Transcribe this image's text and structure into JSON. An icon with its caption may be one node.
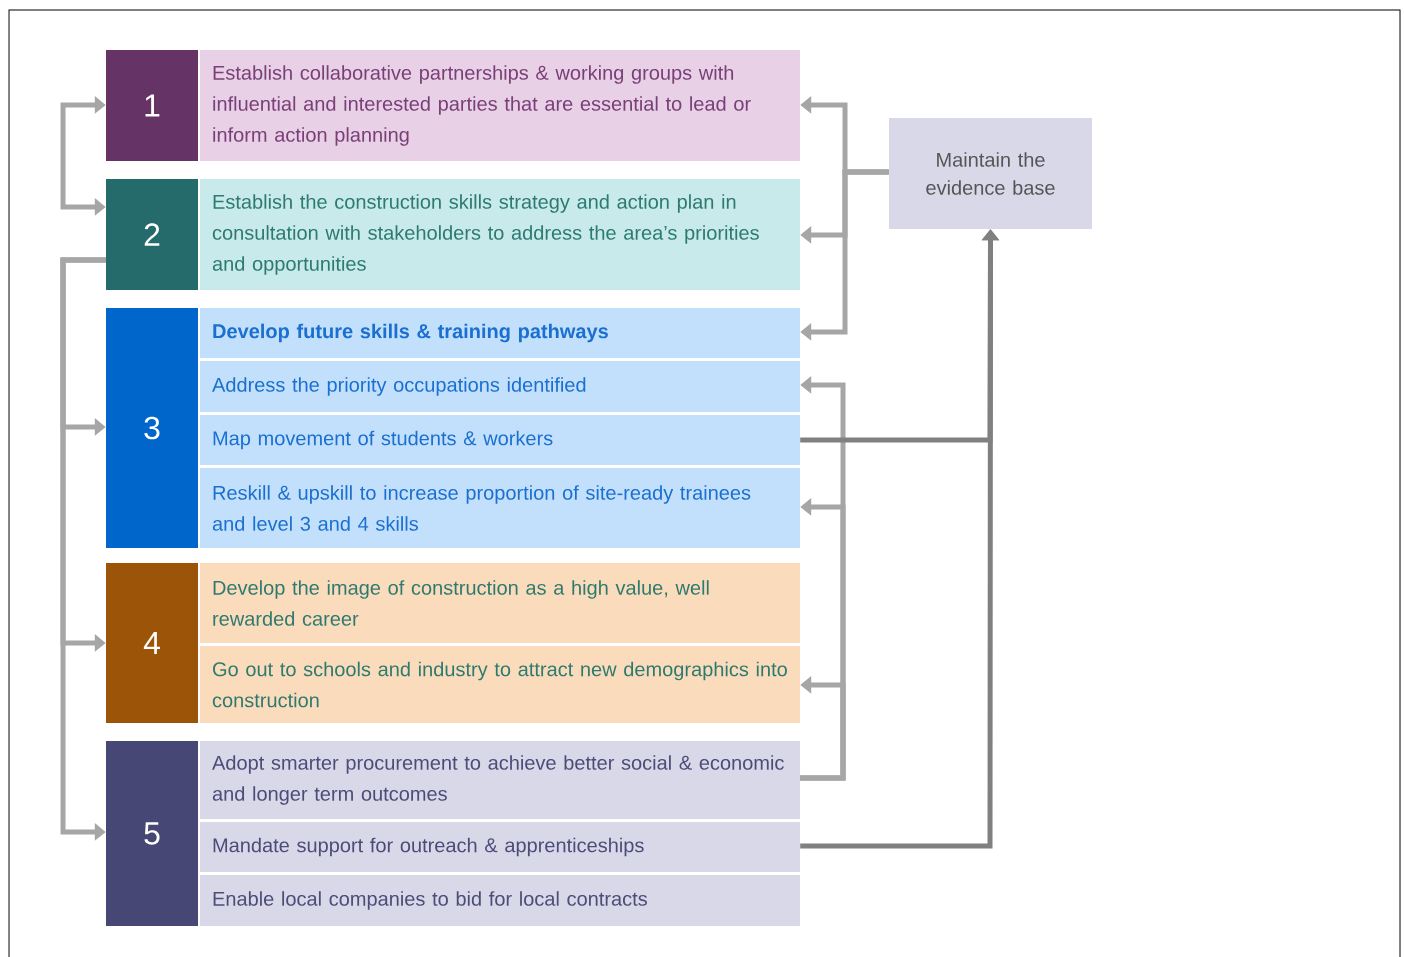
{
  "diagram": {
    "nodes": [
      {
        "text": [
          "1"
        ]
      },
      {
        "text": [
          "Establish collaborative partnerships & working groups with influential and interested parties that are essential to lead or inform action planning"
        ]
      },
      {
        "text": [
          "2"
        ]
      },
      {
        "text": [
          "Establish the construction skills strategy and action plan in consultation with stakeholders to address the area’s priorities and opportunities"
        ]
      },
      {
        "text": [
          "3"
        ]
      },
      {
        "text": [
          "Develop future skills & training pathways"
        ]
      },
      {
        "text": [
          "Address the priority occupations identified"
        ]
      },
      {
        "text": [
          "Map movement of students & workers"
        ]
      },
      {
        "text": [
          "Reskill & upskill to increase proportion of site-ready trainees and level 3 and 4 skills"
        ]
      },
      {
        "text": [
          "4"
        ]
      },
      {
        "text": [
          "Develop the image of construction as a high value, well rewarded career"
        ]
      },
      {
        "text": [
          "Go out to schools and industry to attract new demographics into construction"
        ]
      },
      {
        "text": [
          "5"
        ]
      },
      {
        "text": [
          "Adopt smarter procurement to achieve better social & economic and longer term outcomes"
        ]
      },
      {
        "text": [
          "Mandate support for outreach & apprenticeships"
        ]
      },
      {
        "text": [
          "Enable local companies to bid for local contracts"
        ]
      },
      {
        "text": [
          "Maintain the evidence base"
        ]
      }
    ],
    "edges": [
      {
        "from": 0,
        "to": 2,
        "arrow": "both"
      },
      {
        "from": 2,
        "to": 4,
        "arrow": "to"
      },
      {
        "from": 2,
        "to": 9,
        "arrow": "to"
      },
      {
        "from": 2,
        "to": 12,
        "arrow": "to"
      },
      {
        "from": 16,
        "to": 1,
        "arrow": "to"
      },
      {
        "from": 16,
        "to": 3,
        "arrow": "to"
      },
      {
        "from": 16,
        "to": 5,
        "arrow": "to"
      },
      {
        "from": 13,
        "to": 6,
        "arrow": "to"
      },
      {
        "from": 13,
        "to": 8,
        "arrow": "to"
      },
      {
        "from": 13,
        "to": 11,
        "arrow": "to"
      },
      {
        "from": 7,
        "to": 16,
        "arrow": "to",
        "color": "#808080"
      },
      {
        "from": 14,
        "to": 16,
        "arrow": "to",
        "color": "#808080"
      }
    ]
  }
}
